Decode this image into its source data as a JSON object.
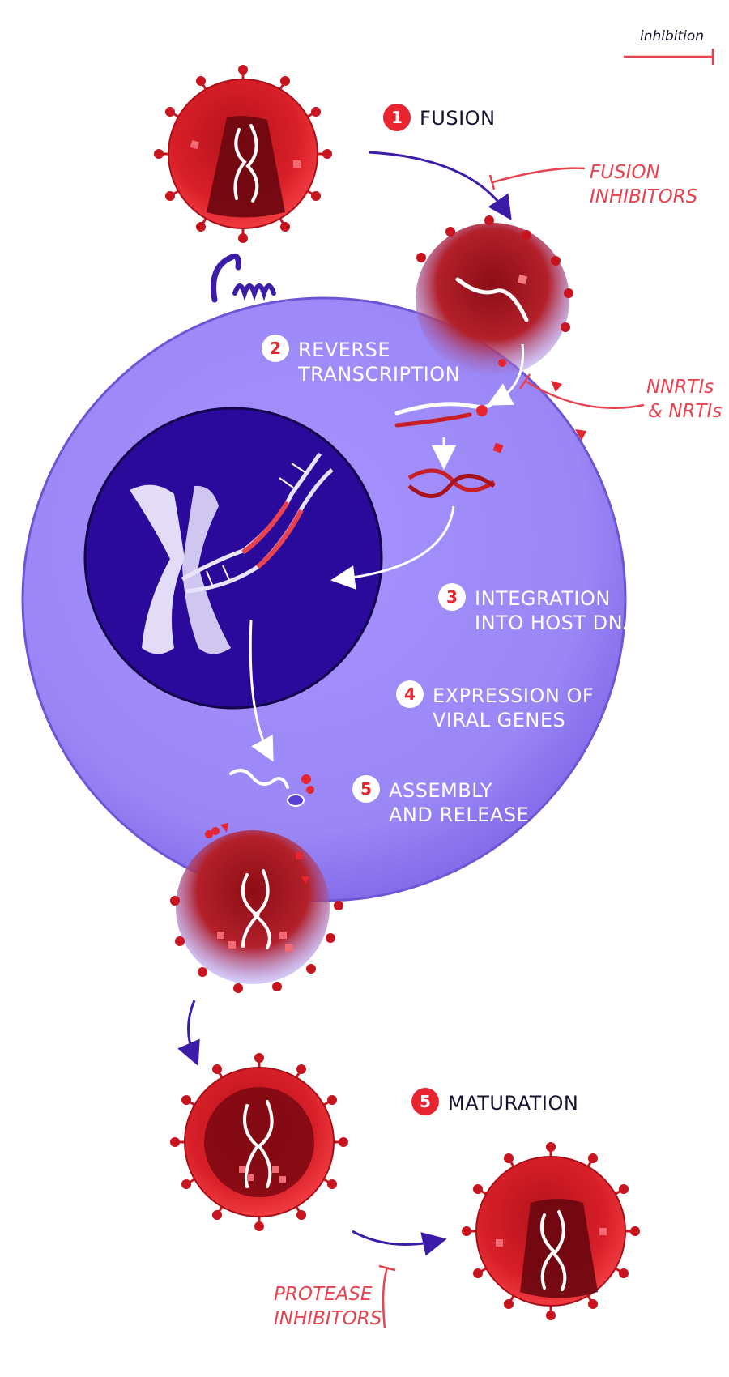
{
  "legend": {
    "label": "inhibition",
    "color": "#e8424f"
  },
  "steps": [
    {
      "number": "1",
      "lines": [
        "FUSION"
      ]
    },
    {
      "number": "2",
      "lines": [
        "REVERSE",
        "TRANSCRIPTION"
      ]
    },
    {
      "number": "3",
      "lines": [
        "INTEGRATION",
        "INTO HOST DNA"
      ]
    },
    {
      "number": "4",
      "lines": [
        "EXPRESSION OF",
        "VIRAL GENES"
      ]
    },
    {
      "number": "5",
      "lines": [
        "ASSEMBLY",
        "AND RELEASE"
      ]
    },
    {
      "number": "5",
      "lines": [
        "MATURATION"
      ]
    }
  ],
  "drugs": [
    {
      "lines": [
        "FUSION",
        "INHIBITORS"
      ]
    },
    {
      "lines": [
        "NNRTIs",
        "& NRTIs"
      ]
    },
    {
      "lines": [
        "PROTEASE",
        "INHIBITORS"
      ]
    }
  ],
  "colors": {
    "cell": "#9a86f5",
    "cell_edge": "#7b62e0",
    "nucleus": "#2a0a9a",
    "virus": "#d81f28",
    "virus_dark": "#8c0d16",
    "arrow_dark": "#3b1ca8",
    "inhibitor": "#e8424f",
    "badge_red": "#e8242f",
    "chromosome": "#ece8fb"
  },
  "icons": [
    "virus-icon",
    "receptor-icon",
    "chromosome-icon",
    "dna-helix-icon",
    "rna-strand-icon"
  ]
}
